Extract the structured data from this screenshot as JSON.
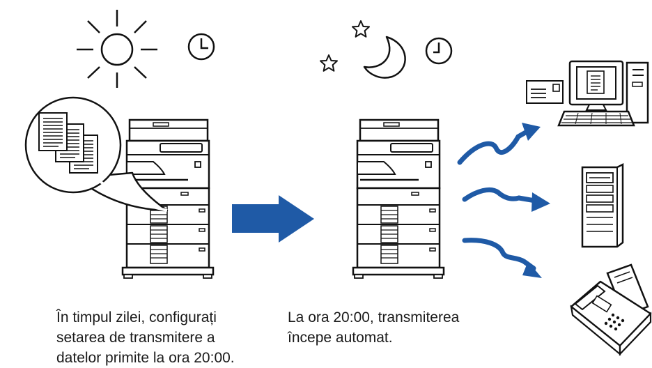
{
  "captions": {
    "daytime": [
      "În timpul zilei, configurați",
      "setarea de transmitere a",
      "datelor primite la ora 20:00."
    ],
    "night": [
      "La ora 20:00, transmiterea",
      "începe automat."
    ]
  },
  "icons": {
    "day": [
      "sun-icon",
      "clock-icon",
      "document-stack-icon",
      "multifunction-printer-icon"
    ],
    "transition": [
      "right-arrow-icon"
    ],
    "night": [
      "star-icon",
      "moon-icon",
      "clock-icon",
      "multifunction-printer-icon"
    ],
    "transmission": [
      "curved-arrow-icon",
      "curved-arrow-icon",
      "curved-arrow-icon"
    ],
    "destinations": [
      "email-envelope-icon",
      "desktop-computer-icon",
      "file-server-icon",
      "fax-machine-icon"
    ]
  },
  "colors": {
    "arrow_blue": "#1f5aa6",
    "line": "#111111",
    "device_gray": "#f4f4f4"
  }
}
